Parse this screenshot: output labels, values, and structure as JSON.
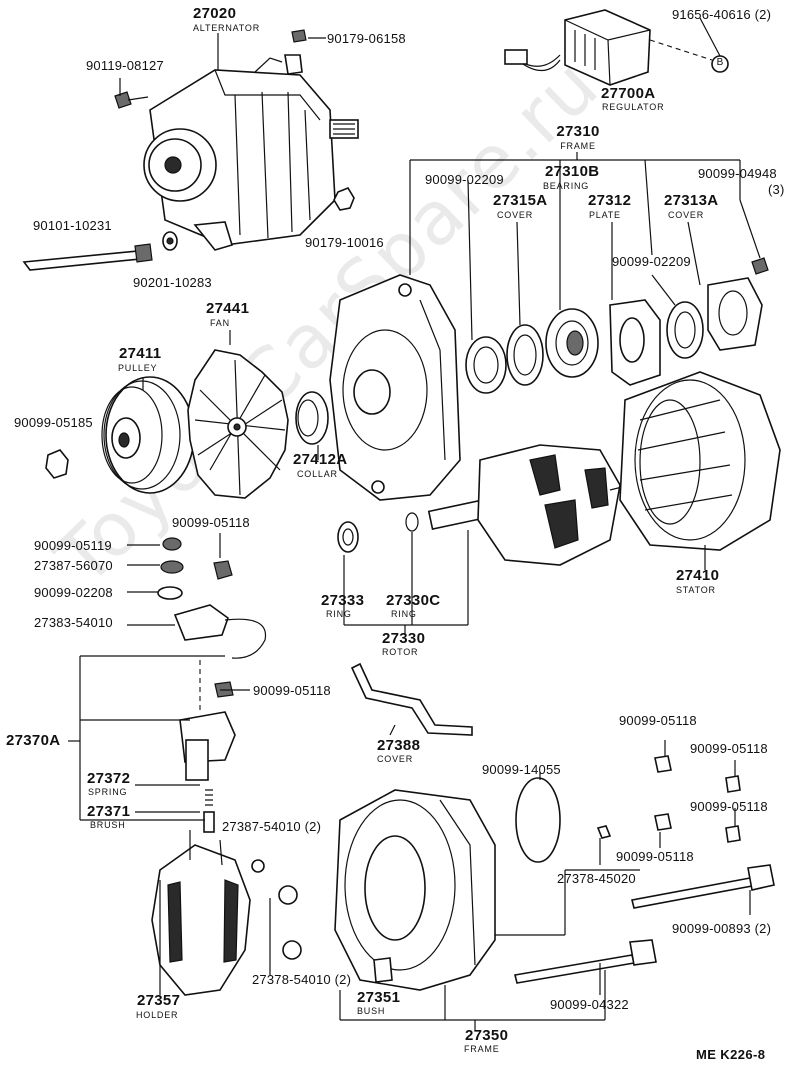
{
  "watermark": "ToyotaCarSpare.ru",
  "diagram_code": "ME  K226-8",
  "callouts": {
    "alternator": {
      "part_no": "27020",
      "name": "ALTERNATOR"
    },
    "nut_top": {
      "part_no": "90179-06158"
    },
    "bolt_left": {
      "part_no": "90119-08127"
    },
    "through_bolt": {
      "part_no": "90101-10231"
    },
    "washer": {
      "part_no": "90201-10283"
    },
    "nut_right": {
      "part_no": "90179-10016"
    },
    "screw_reg": {
      "part_no": "91656-40616",
      "qty": "(2)"
    },
    "marker_b": {
      "text": "B"
    },
    "regulator": {
      "part_no": "27700A",
      "name": "REGULATOR"
    },
    "frame_top": {
      "part_no": "27310",
      "name": "FRAME"
    },
    "bearing": {
      "part_no": "27310B",
      "name": "BEARING"
    },
    "seal_a": {
      "part_no": "90099-02209"
    },
    "seal_b": {
      "part_no": "90099-02209"
    },
    "cover_a": {
      "part_no": "27315A",
      "name": "COVER"
    },
    "plate": {
      "part_no": "27312",
      "name": "PLATE"
    },
    "cover_b": {
      "part_no": "27313A",
      "name": "COVER"
    },
    "screw_3": {
      "part_no": "90099-04948",
      "qty": "(3)"
    },
    "fan": {
      "part_no": "27441",
      "name": "FAN"
    },
    "pulley": {
      "part_no": "27411",
      "name": "PULLEY"
    },
    "nut_pulley": {
      "part_no": "90099-05185"
    },
    "collar": {
      "part_no": "27412A",
      "name": "COLLAR"
    },
    "stator": {
      "part_no": "27410",
      "name": "STATOR"
    },
    "ring_a": {
      "part_no": "27333",
      "name": "RING"
    },
    "ring_b": {
      "part_no": "27330C",
      "name": "RING"
    },
    "rotor": {
      "part_no": "27330",
      "name": "ROTOR"
    },
    "nut_a": {
      "part_no": "90099-05119"
    },
    "nut_b": {
      "part_no": "90099-05118"
    },
    "insulator": {
      "part_no": "27387-56070"
    },
    "washer_b": {
      "part_no": "90099-02208"
    },
    "terminal": {
      "part_no": "27383-54010"
    },
    "nut_c": {
      "part_no": "90099-05118"
    },
    "brush_holder_assy": {
      "part_no": "27370A"
    },
    "spring": {
      "part_no": "27372",
      "name": "SPRING"
    },
    "brush": {
      "part_no": "27371",
      "name": "BRUSH"
    },
    "insulator_2": {
      "part_no": "27387-54010",
      "qty": "(2)"
    },
    "cover_388": {
      "part_no": "27388",
      "name": "COVER"
    },
    "oring": {
      "part_no": "90099-14055"
    },
    "nut_d": {
      "part_no": "90099-05118"
    },
    "nut_e": {
      "part_no": "90099-05118"
    },
    "nut_f": {
      "part_no": "90099-05118"
    },
    "nut_g": {
      "part_no": "90099-05118"
    },
    "bush_small": {
      "part_no": "27378-45020"
    },
    "long_bolt": {
      "part_no": "90099-00893",
      "qty": "(2)"
    },
    "bolt_b": {
      "part_no": "90099-04322"
    },
    "bush_2": {
      "part_no": "27378-54010",
      "qty": "(2)"
    },
    "holder": {
      "part_no": "27357",
      "name": "HOLDER"
    },
    "bush": {
      "part_no": "27351",
      "name": "BUSH"
    },
    "frame_bottom": {
      "part_no": "27350",
      "name": "FRAME"
    }
  },
  "parts_shown": [
    "alternator-assembly",
    "regulator",
    "pulley",
    "fan",
    "drive-end-frame",
    "rotor",
    "stator",
    "rectifier-holder",
    "rear-frame",
    "brush-holder"
  ]
}
